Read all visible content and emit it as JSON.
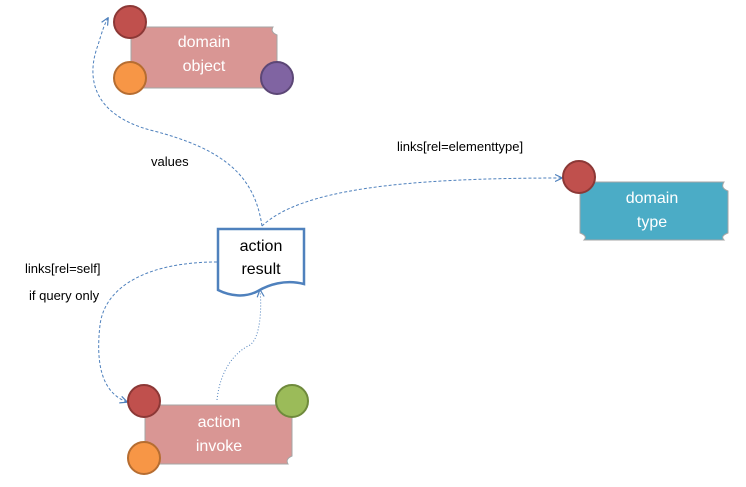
{
  "nodes": {
    "domain_object": {
      "line1": "domain",
      "line2": "object"
    },
    "domain_type": {
      "line1": "domain",
      "line2": "type"
    },
    "action_result": {
      "line1": "action",
      "line2": "result"
    },
    "action_invoke": {
      "line1": "action",
      "line2": "invoke"
    }
  },
  "edges": {
    "values": "values",
    "elementtype": "links[rel=elementtype]",
    "self": "links[rel=self]",
    "query_only": "if query only"
  },
  "colors": {
    "pink_box": "#d99694",
    "blue_box": "#4bacc6",
    "red_circle": "#c0504d",
    "orange_circle": "#f79646",
    "purple_circle": "#8064a2",
    "green_circle": "#9bbb59",
    "edge": "#4f81bd"
  }
}
